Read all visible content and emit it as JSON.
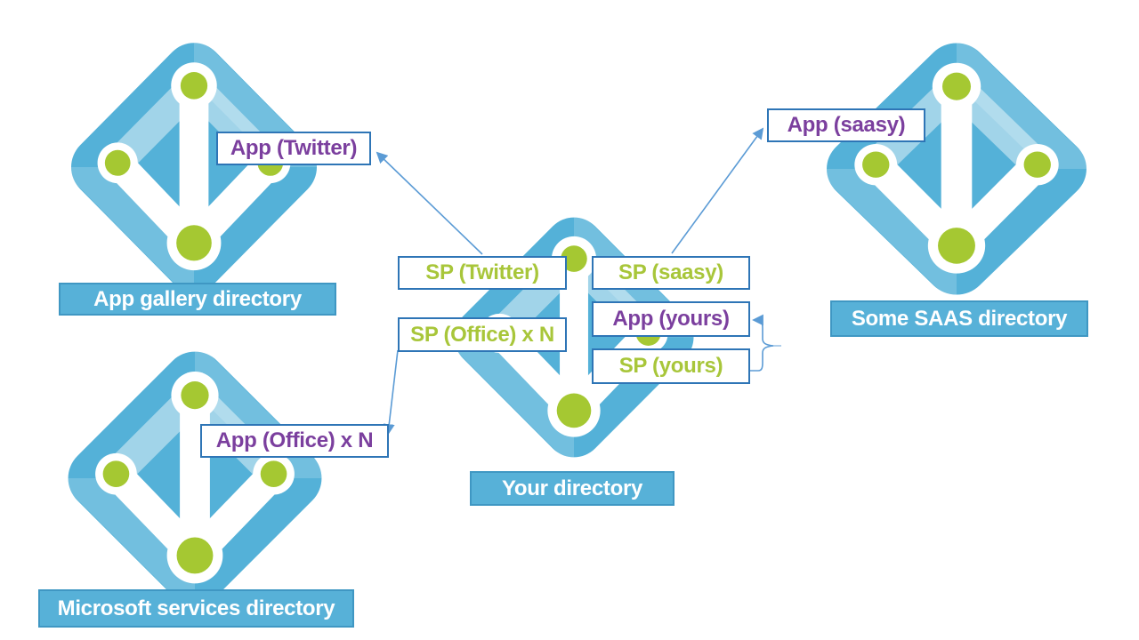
{
  "colors": {
    "app_text": "#7b3f9e",
    "sp_text": "#a8c63a",
    "icon_blue": "#54b1d8",
    "icon_green": "#a5c832",
    "banner_fill": "#57b1d8",
    "banner_border": "#3f97c3",
    "banner_text": "#ffffff",
    "box_border": "#2e75b6",
    "arrow": "#5b9bd5"
  },
  "directories": {
    "gallery": {
      "caption": "App gallery directory",
      "icon": "azure-ad-directory-icon"
    },
    "microsoft": {
      "caption": "Microsoft services directory",
      "icon": "azure-ad-directory-icon"
    },
    "yours": {
      "caption": "Your directory",
      "icon": "azure-ad-directory-icon"
    },
    "saas": {
      "caption": "Some SAAS directory",
      "icon": "azure-ad-directory-icon"
    }
  },
  "tags": {
    "app_twitter": {
      "text": "App (Twitter)",
      "type": "app"
    },
    "app_saasy": {
      "text": "App (saasy)",
      "type": "app"
    },
    "sp_twitter": {
      "text": "SP (Twitter)",
      "type": "sp"
    },
    "sp_saasy": {
      "text": "SP (saasy)",
      "type": "sp"
    },
    "app_yours": {
      "text": "App (yours)",
      "type": "app"
    },
    "sp_yours": {
      "text": "SP (yours)",
      "type": "sp"
    },
    "sp_office": {
      "text": "SP (Office) x N",
      "type": "sp"
    },
    "app_office": {
      "text": "App (Office) x N",
      "type": "app"
    }
  },
  "relationships": [
    {
      "from": "SP (Twitter)",
      "to": "App (Twitter)",
      "style": "straight-arrow"
    },
    {
      "from": "SP (saasy)",
      "to": "App (saasy)",
      "style": "straight-arrow"
    },
    {
      "from": "SP (Office) x N",
      "to": "App (Office) x N",
      "style": "straight-arrow"
    },
    {
      "from": "SP (yours)",
      "to": "App (yours)",
      "style": "elbow-brace-arrow"
    }
  ]
}
